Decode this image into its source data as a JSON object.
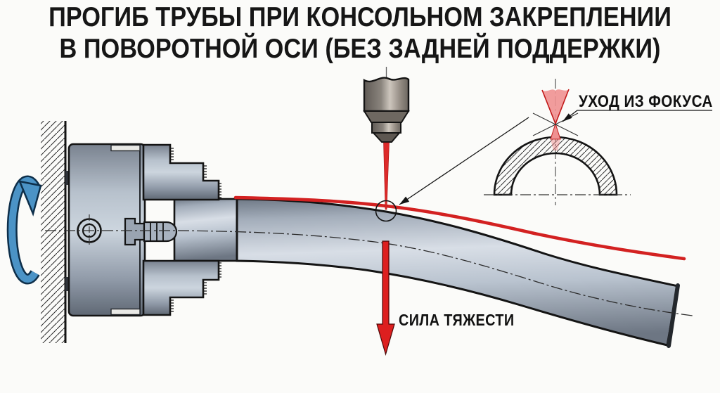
{
  "title": {
    "line1": "ПРОГИБ ТРУБЫ ПРИ КОНСОЛЬНОМ ЗАКРЕПЛЕНИИ",
    "line2": "В ПОВОРОТНОЙ ОСИ (БЕЗ ЗАДНЕЙ ПОДДЕРЖКИ)"
  },
  "annotations": {
    "focus_label": "УХОД ИЗ ФОКУСА",
    "gravity_label": "СИЛА ТЯЖЕСТИ"
  },
  "icons": {
    "rotation-arrow-icon": "curved rotation arrow (blue)",
    "laser-head-icon": "laser cutting nozzle",
    "laser-beam-icon": "red laser beam",
    "focus-point-marker": "circle marker at beam/pipe contact",
    "gravity-arrow-icon": "red downward force arrow"
  },
  "colors": {
    "background": "#fbfbf9",
    "outline": "#141414",
    "accent_red": "#d32121",
    "beam_red": "#dd2a2a",
    "cone_pink": "#ef9191",
    "rotation_blue": "#4b93c6",
    "metal_light": "#d6dde5",
    "metal_mid": "#a9b4c1",
    "metal_dark": "#6d7683",
    "nozzle_tan": "#968e85"
  }
}
